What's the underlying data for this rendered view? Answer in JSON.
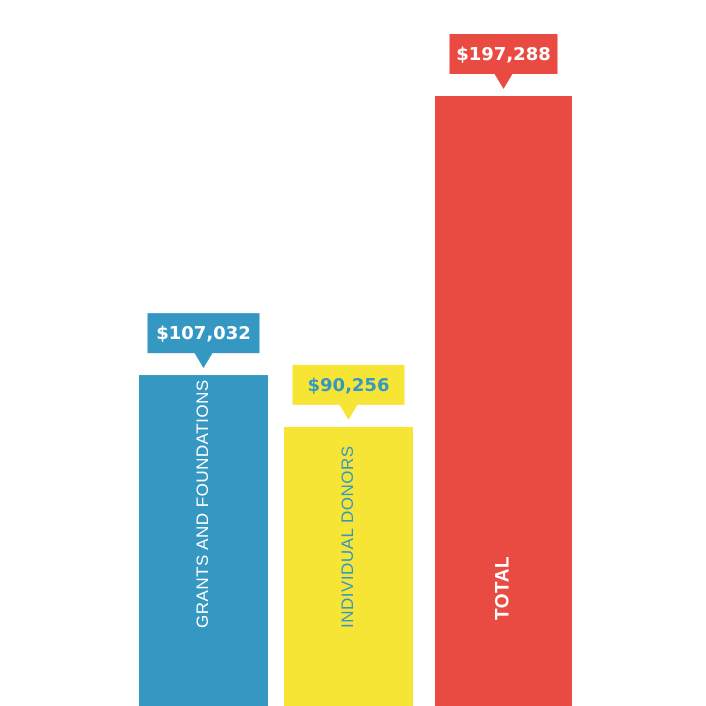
{
  "chart_data": {
    "type": "bar",
    "categories": [
      "GRANTS AND FOUNDATIONS",
      "INDIVIDUAL DONORS",
      "TOTAL"
    ],
    "values": [
      107032,
      90256,
      197288
    ],
    "value_labels": [
      "$107,032",
      "$90,256",
      "$197,288"
    ],
    "title": "",
    "xlabel": "",
    "ylabel": "",
    "grid": false,
    "legend": "none",
    "colors": {
      "bars": [
        "#3598c3",
        "#f7e535",
        "#e94b42"
      ],
      "callouts": [
        "#3598c3",
        "#f7e535",
        "#e94b42"
      ],
      "callout_text": [
        "#ffffff",
        "#3598c3",
        "#ffffff"
      ],
      "bar_label_text": [
        "#ffffff",
        "#3598c3",
        "#ffffff"
      ],
      "background": "#ffffff"
    }
  }
}
